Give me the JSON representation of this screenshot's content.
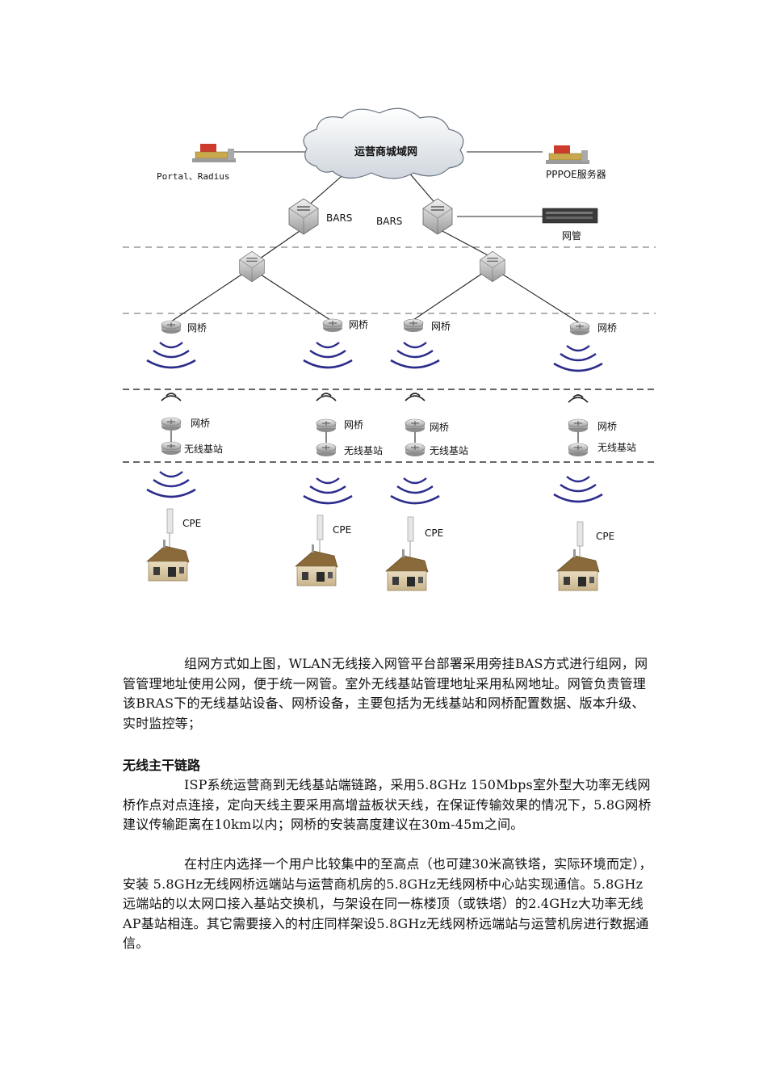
{
  "diagram": {
    "cloud_label": "运营商城域网",
    "portal_label": "Portal、Radius",
    "pppoe_label": "PPPOE服务器",
    "bras_left_label": "BARS",
    "bras_right_label": "BARS",
    "nms_label": "网管",
    "bridge_label": "网桥",
    "base_station_label": "无线基站",
    "cpe_label": "CPE",
    "columns": [
      {
        "bridge_top": "网桥",
        "bridge_bottom": "网桥",
        "base": "无线基站",
        "cpe": "CPE"
      },
      {
        "bridge_top": "网桥",
        "bridge_bottom": "网桥",
        "base": "无线基站",
        "cpe": "CPE"
      },
      {
        "bridge_top": "网桥",
        "bridge_bottom": "网桥",
        "base": "无线基站",
        "cpe": "CPE"
      },
      {
        "bridge_top": "网桥",
        "bridge_bottom": "网桥",
        "base": "无线基站",
        "cpe": "CPE"
      }
    ]
  },
  "text": {
    "para1": "组网方式如上图，WLAN无线接入网管平台部署采用旁挂BAS方式进行组网，网管管理地址使用公网，便于统一网管。室外无线基站管理地址采用私网地址。网管负责管理该BRAS下的无线基站设备、网桥设备，主要包括为无线基站和网桥配置数据、版本升级、实时监控等；",
    "heading": "无线主干链路",
    "para2": "ISP系统运营商到无线基站端链路，采用5.8GHz 150Mbps室外型大功率无线网桥作点对点连接，定向天线主要采用高增益板状天线，在保证传输效果的情况下，5.8G网桥建议传输距离在10km以内；网桥的安装高度建议在30m-45m之间。",
    "para3": "在村庄内选择一个用户比较集中的至高点（也可建30米高铁塔，实际环境而定），安装 5.8GHz无线网桥远端站与运营商机房的5.8GHz无线网桥中心站实现通信。5.8GHz远端站的以太网口接入基站交换机，与架设在同一栋楼顶（或铁塔）的2.4GHz大功率无线AP基站相连。其它需要接入的村庄同样架设5.8GHz无线网桥远端站与运营机房进行数据通信。"
  }
}
